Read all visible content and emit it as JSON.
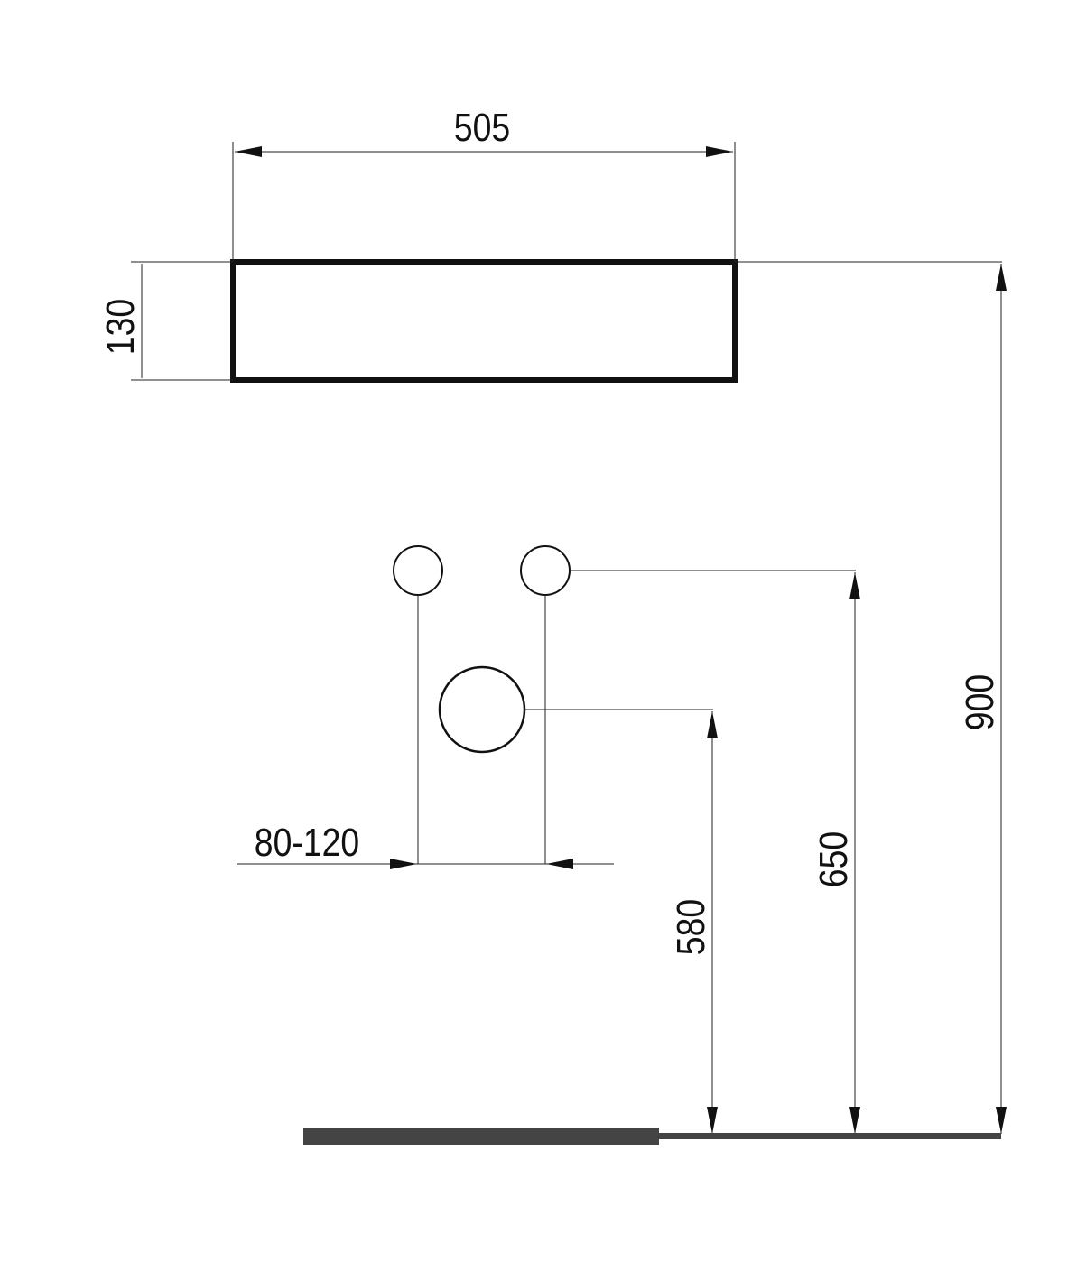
{
  "title": "Wall-hung basin installation dimensions",
  "dimensions": {
    "width": "505",
    "height": "130",
    "top_height": "900",
    "supply_height": "650",
    "drain_height": "580",
    "supply_spacing": "80-120"
  },
  "colors": {
    "line": "#111111",
    "floor": "#444444"
  }
}
